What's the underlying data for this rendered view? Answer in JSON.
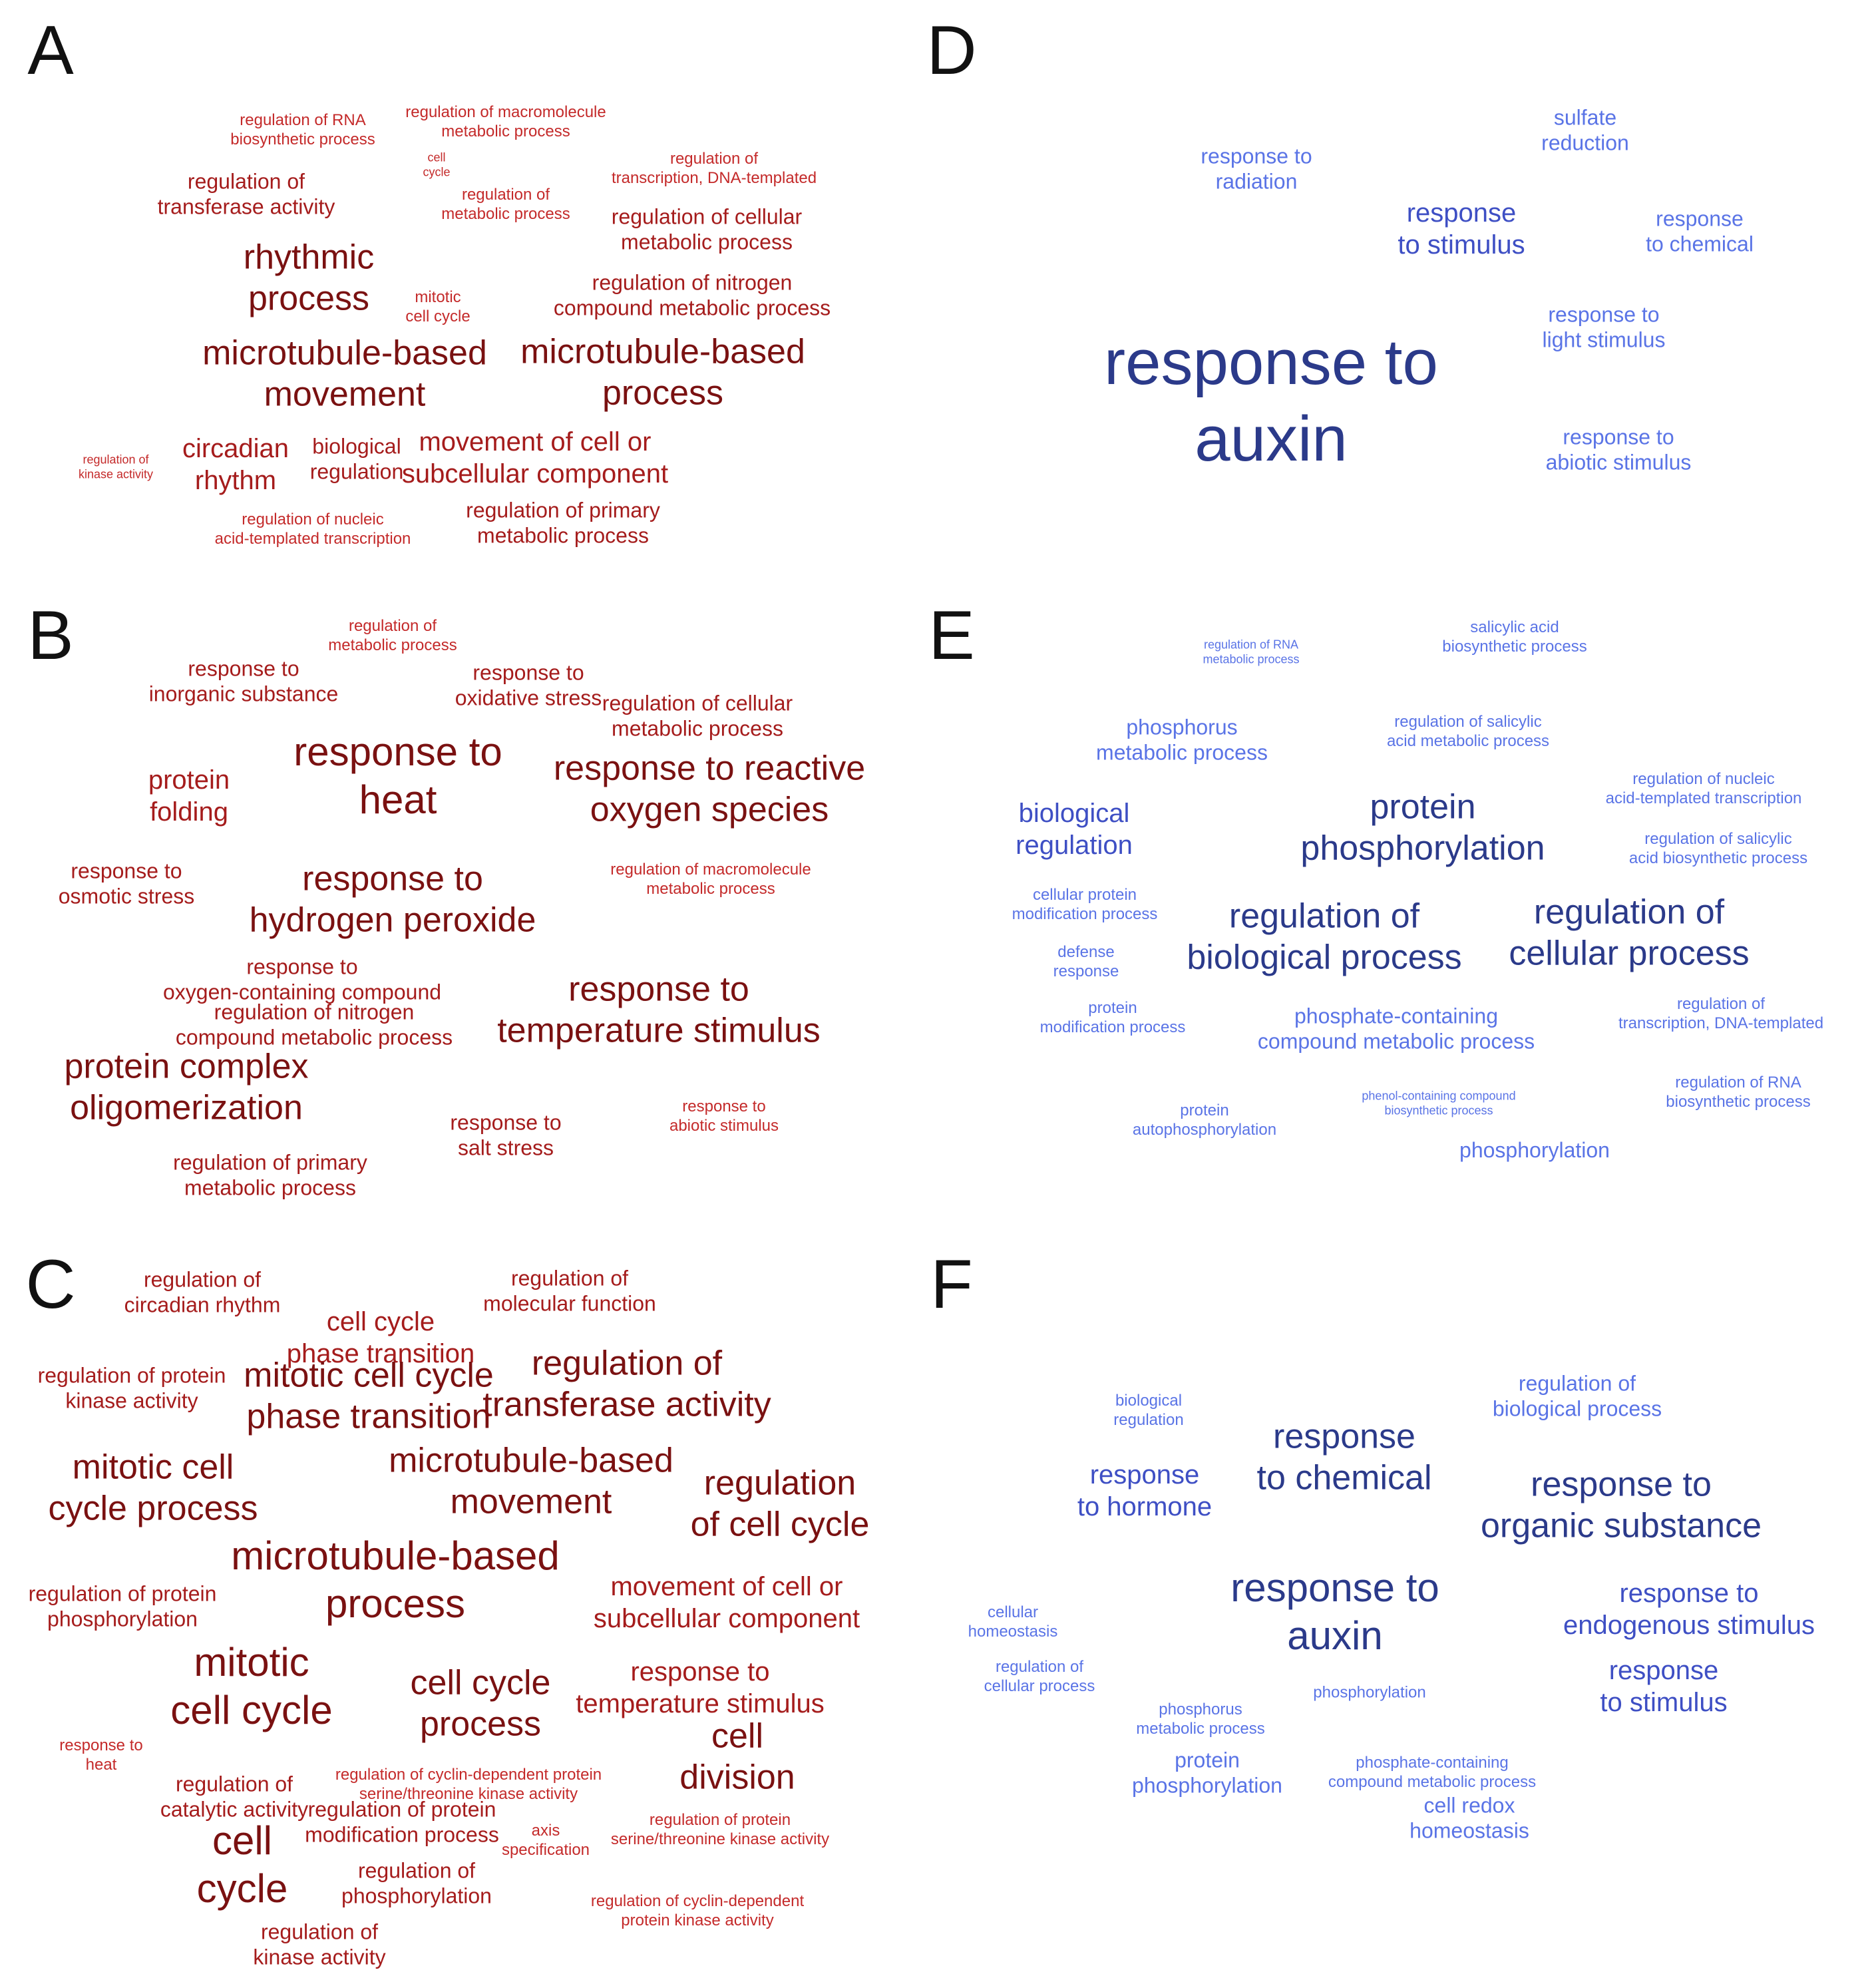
{
  "colors": {
    "red_dark": "#7a1111",
    "red": "#a51c1c",
    "red_light": "#c42a2a",
    "blue_dark": "#2b3a8a",
    "blue": "#3e4fc4",
    "blue_light": "#5a74e6"
  },
  "panels": [
    {
      "letter": "A",
      "terms": [
        {
          "lines": [
            "regulation of RNA",
            "biosynthetic process"
          ],
          "weight": 1
        },
        {
          "lines": [
            "regulation of macromolecule",
            "metabolic process"
          ],
          "weight": 1
        },
        {
          "lines": [
            "regulation of",
            "transferase activity"
          ],
          "weight": 2
        },
        {
          "lines": [
            "cell",
            "cycle"
          ],
          "weight": 0
        },
        {
          "lines": [
            "regulation of",
            "metabolic process"
          ],
          "weight": 1
        },
        {
          "lines": [
            "regulation of",
            "transcription, DNA-templated"
          ],
          "weight": 1
        },
        {
          "lines": [
            "regulation of cellular",
            "metabolic process"
          ],
          "weight": 2
        },
        {
          "lines": [
            "rhythmic",
            "process"
          ],
          "weight": 4
        },
        {
          "lines": [
            "mitotic",
            "cell cycle"
          ],
          "weight": 1
        },
        {
          "lines": [
            "regulation of nitrogen",
            "compound metabolic process"
          ],
          "weight": 2
        },
        {
          "lines": [
            "microtubule-based",
            "movement"
          ],
          "weight": 4
        },
        {
          "lines": [
            "microtubule-based",
            "process"
          ],
          "weight": 4
        },
        {
          "lines": [
            "regulation of",
            "kinase activity"
          ],
          "weight": 0
        },
        {
          "lines": [
            "circadian",
            "rhythm"
          ],
          "weight": 3
        },
        {
          "lines": [
            "biological",
            "regulation"
          ],
          "weight": 2
        },
        {
          "lines": [
            "movement of cell or",
            "subcellular component"
          ],
          "weight": 3
        },
        {
          "lines": [
            "regulation of nucleic",
            "acid-templated transcription"
          ],
          "weight": 1
        },
        {
          "lines": [
            "regulation of primary",
            "metabolic process"
          ],
          "weight": 2
        }
      ]
    },
    {
      "letter": "B",
      "terms": [
        {
          "lines": [
            "regulation of",
            "metabolic process"
          ],
          "weight": 1
        },
        {
          "lines": [
            "response to",
            "inorganic substance"
          ],
          "weight": 2
        },
        {
          "lines": [
            "response to",
            "oxidative stress"
          ],
          "weight": 2
        },
        {
          "lines": [
            "regulation of cellular",
            "metabolic process"
          ],
          "weight": 2
        },
        {
          "lines": [
            "protein",
            "folding"
          ],
          "weight": 3
        },
        {
          "lines": [
            "response to",
            "heat"
          ],
          "weight": 5
        },
        {
          "lines": [
            "response to reactive",
            "oxygen species"
          ],
          "weight": 4
        },
        {
          "lines": [
            "response to",
            "osmotic stress"
          ],
          "weight": 2
        },
        {
          "lines": [
            "response to",
            "hydrogen peroxide"
          ],
          "weight": 4
        },
        {
          "lines": [
            "regulation of macromolecule",
            "metabolic process"
          ],
          "weight": 1
        },
        {
          "lines": [
            "response to",
            "oxygen-containing compound"
          ],
          "weight": 2
        },
        {
          "lines": [
            "response to",
            "temperature stimulus"
          ],
          "weight": 4
        },
        {
          "lines": [
            "regulation of nitrogen",
            "compound metabolic process"
          ],
          "weight": 2
        },
        {
          "lines": [
            "protein complex",
            "oligomerization"
          ],
          "weight": 4
        },
        {
          "lines": [
            "response to",
            "salt stress"
          ],
          "weight": 2
        },
        {
          "lines": [
            "response to",
            "abiotic stimulus"
          ],
          "weight": 1
        },
        {
          "lines": [
            "regulation of primary",
            "metabolic process"
          ],
          "weight": 2
        }
      ]
    },
    {
      "letter": "C",
      "terms": [
        {
          "lines": [
            "regulation of",
            "circadian rhythm"
          ],
          "weight": 2
        },
        {
          "lines": [
            "cell cycle",
            "phase transition"
          ],
          "weight": 3
        },
        {
          "lines": [
            "regulation of",
            "molecular function"
          ],
          "weight": 2
        },
        {
          "lines": [
            "regulation of protein",
            "kinase activity"
          ],
          "weight": 2
        },
        {
          "lines": [
            "mitotic cell cycle",
            "phase transition"
          ],
          "weight": 4
        },
        {
          "lines": [
            "regulation of",
            "transferase activity"
          ],
          "weight": 4
        },
        {
          "lines": [
            "mitotic cell",
            "cycle process"
          ],
          "weight": 4
        },
        {
          "lines": [
            "microtubule-based",
            "movement"
          ],
          "weight": 4
        },
        {
          "lines": [
            "regulation",
            "of cell cycle"
          ],
          "weight": 4
        },
        {
          "lines": [
            "microtubule-based",
            "process"
          ],
          "weight": 5
        },
        {
          "lines": [
            "regulation of protein",
            "phosphorylation"
          ],
          "weight": 2
        },
        {
          "lines": [
            "movement of cell or",
            "subcellular component"
          ],
          "weight": 3
        },
        {
          "lines": [
            "mitotic",
            "cell cycle"
          ],
          "weight": 5
        },
        {
          "lines": [
            "cell cycle",
            "process"
          ],
          "weight": 4
        },
        {
          "lines": [
            "response to",
            "temperature stimulus"
          ],
          "weight": 3
        },
        {
          "lines": [
            "response to",
            "heat"
          ],
          "weight": 1
        },
        {
          "lines": [
            "cell",
            "division"
          ],
          "weight": 4
        },
        {
          "lines": [
            "regulation of",
            "catalytic activity"
          ],
          "weight": 2
        },
        {
          "lines": [
            "regulation of cyclin-dependent protein",
            "serine/threonine kinase activity"
          ],
          "weight": 1
        },
        {
          "lines": [
            "cell",
            "cycle"
          ],
          "weight": 5
        },
        {
          "lines": [
            "regulation of protein",
            "modification process"
          ],
          "weight": 2
        },
        {
          "lines": [
            "axis",
            "specification"
          ],
          "weight": 1
        },
        {
          "lines": [
            "regulation of protein",
            "serine/threonine kinase activity"
          ],
          "weight": 1
        },
        {
          "lines": [
            "regulation of",
            "phosphorylation"
          ],
          "weight": 2
        },
        {
          "lines": [
            "regulation of cyclin-dependent",
            "protein kinase activity"
          ],
          "weight": 1
        },
        {
          "lines": [
            "regulation of",
            "kinase activity"
          ],
          "weight": 2
        }
      ]
    },
    {
      "letter": "D",
      "terms": [
        {
          "lines": [
            "sulfate",
            "reduction"
          ],
          "weight": 2
        },
        {
          "lines": [
            "response to",
            "radiation"
          ],
          "weight": 2
        },
        {
          "lines": [
            "response",
            "to stimulus"
          ],
          "weight": 3
        },
        {
          "lines": [
            "response",
            "to chemical"
          ],
          "weight": 2
        },
        {
          "lines": [
            "response to",
            "light stimulus"
          ],
          "weight": 2
        },
        {
          "lines": [
            "response to",
            "auxin"
          ],
          "weight": 6
        },
        {
          "lines": [
            "response to",
            "abiotic stimulus"
          ],
          "weight": 2
        }
      ]
    },
    {
      "letter": "E",
      "terms": [
        {
          "lines": [
            "regulation of RNA",
            "metabolic process"
          ],
          "weight": 0
        },
        {
          "lines": [
            "salicylic acid",
            "biosynthetic process"
          ],
          "weight": 1
        },
        {
          "lines": [
            "phosphorus",
            "metabolic process"
          ],
          "weight": 2
        },
        {
          "lines": [
            "regulation of salicylic",
            "acid metabolic process"
          ],
          "weight": 1
        },
        {
          "lines": [
            "regulation of nucleic",
            "acid-templated transcription"
          ],
          "weight": 1
        },
        {
          "lines": [
            "biological",
            "regulation"
          ],
          "weight": 3
        },
        {
          "lines": [
            "protein",
            "phosphorylation"
          ],
          "weight": 4
        },
        {
          "lines": [
            "regulation of salicylic",
            "acid biosynthetic process"
          ],
          "weight": 1
        },
        {
          "lines": [
            "cellular protein",
            "modification process"
          ],
          "weight": 1
        },
        {
          "lines": [
            "regulation of",
            "biological process"
          ],
          "weight": 4
        },
        {
          "lines": [
            "regulation of",
            "cellular process"
          ],
          "weight": 4
        },
        {
          "lines": [
            "defense",
            "response"
          ],
          "weight": 1
        },
        {
          "lines": [
            "protein",
            "modification process"
          ],
          "weight": 1
        },
        {
          "lines": [
            "phosphate-containing",
            "compound metabolic process"
          ],
          "weight": 2
        },
        {
          "lines": [
            "regulation of",
            "transcription, DNA-templated"
          ],
          "weight": 1
        },
        {
          "lines": [
            "protein",
            "autophosphorylation"
          ],
          "weight": 1
        },
        {
          "lines": [
            "phenol-containing compound",
            "biosynthetic process"
          ],
          "weight": 0
        },
        {
          "lines": [
            "regulation of RNA",
            "biosynthetic process"
          ],
          "weight": 1
        },
        {
          "lines": [
            "phosphorylation"
          ],
          "weight": 2
        }
      ]
    },
    {
      "letter": "F",
      "terms": [
        {
          "lines": [
            "regulation of",
            "biological process"
          ],
          "weight": 2
        },
        {
          "lines": [
            "biological",
            "regulation"
          ],
          "weight": 1
        },
        {
          "lines": [
            "response",
            "to chemical"
          ],
          "weight": 4
        },
        {
          "lines": [
            "response",
            "to hormone"
          ],
          "weight": 3
        },
        {
          "lines": [
            "response to",
            "organic substance"
          ],
          "weight": 4
        },
        {
          "lines": [
            "response to",
            "auxin"
          ],
          "weight": 5
        },
        {
          "lines": [
            "cellular",
            "homeostasis"
          ],
          "weight": 1
        },
        {
          "lines": [
            "response to",
            "endogenous stimulus"
          ],
          "weight": 3
        },
        {
          "lines": [
            "regulation of",
            "cellular process"
          ],
          "weight": 1
        },
        {
          "lines": [
            "response",
            "to stimulus"
          ],
          "weight": 3
        },
        {
          "lines": [
            "phosphorus",
            "metabolic process"
          ],
          "weight": 1
        },
        {
          "lines": [
            "phosphorylation"
          ],
          "weight": 1
        },
        {
          "lines": [
            "protein",
            "phosphorylation"
          ],
          "weight": 2
        },
        {
          "lines": [
            "phosphate-containing",
            "compound metabolic process"
          ],
          "weight": 1
        },
        {
          "lines": [
            "cell redox",
            "homeostasis"
          ],
          "weight": 2
        }
      ]
    }
  ]
}
